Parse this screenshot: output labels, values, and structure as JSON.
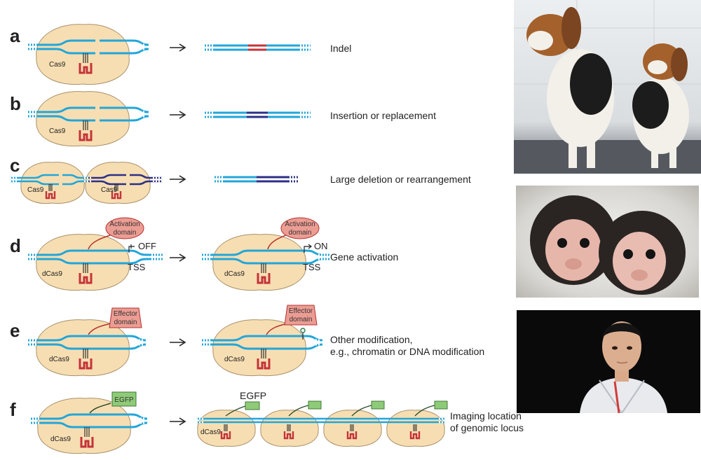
{
  "rows": [
    {
      "letter": "a",
      "enzyme": "Cas9",
      "description": "Indel"
    },
    {
      "letter": "b",
      "enzyme": "Cas9",
      "description": "Insertion or replacement"
    },
    {
      "letter": "c",
      "enzyme": "Cas9",
      "description": "Large deletion or rearrangement"
    },
    {
      "letter": "d",
      "enzyme": "dCas9",
      "domain_line1": "Activation",
      "domain_line2": "domain",
      "state_before": "OFF",
      "state_after": "ON",
      "site": "TSS",
      "description": "Gene activation"
    },
    {
      "letter": "e",
      "enzyme": "dCas9",
      "domain_line1": "Effector",
      "domain_line2": "domain",
      "description_line1": "Other modification,",
      "description_line2": "e.g., chromatin or DNA modification"
    },
    {
      "letter": "f",
      "enzyme": "dCas9",
      "tag": "EGFP",
      "description_line1": "Imaging location",
      "description_line2": "of genomic locus"
    }
  ],
  "colors": {
    "dna": "#22a6d9",
    "dna_dark": "#2c2f86",
    "indel": "#c4333a",
    "cas9": "#f7deb2",
    "cas9_edge": "#a9916b",
    "guide": "#c4333a",
    "domain": "#ec9d93",
    "egfp": "#8fca78"
  },
  "photos": [
    {
      "name": "dogs-photo"
    },
    {
      "name": "monkeys-photo"
    },
    {
      "name": "person-photo"
    }
  ]
}
